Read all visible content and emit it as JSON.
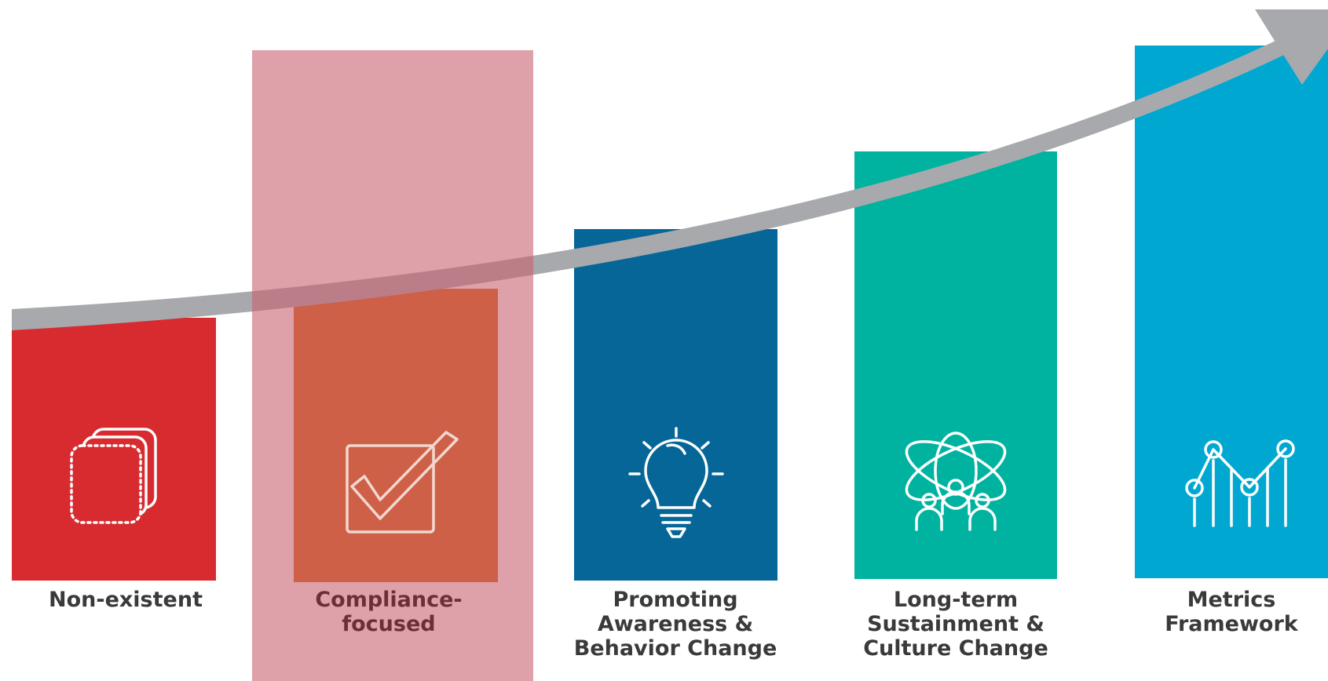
{
  "stages": [
    {
      "label": "Non-existent",
      "color": "#d72b30",
      "icon": "stacked-squares-icon"
    },
    {
      "label": "Compliance-\nfocused",
      "color": "#d65f0c",
      "icon": "checkbox-check-icon",
      "highlighted": true
    },
    {
      "label": "Promoting\nAwareness &\nBehavior Change",
      "color": "#056697",
      "icon": "lightbulb-icon"
    },
    {
      "label": "Long-term\nSustainment &\nCulture Change",
      "color": "#00b3a0",
      "icon": "people-orbit-icon"
    },
    {
      "label": "Metrics\nFramework",
      "color": "#00a8d1",
      "icon": "line-chart-icon"
    }
  ],
  "highlight": {
    "color": "#c8616f",
    "label_color": "#6e2e38"
  },
  "arrow": {
    "color": "#a7a9ac"
  }
}
